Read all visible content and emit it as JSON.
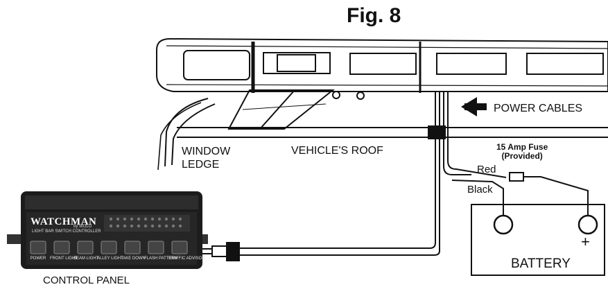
{
  "figure_title": "Fig. 8",
  "labels": {
    "power_cables": "POWER CABLES",
    "window_ledge_line1": "WINDOW",
    "window_ledge_line2": "LEDGE",
    "vehicles_roof": "VEHICLE'S ROOF",
    "fuse_line1": "15 Amp Fuse",
    "fuse_line2": "(Provided)",
    "red_wire": "Red",
    "black_wire": "Black",
    "battery": "BATTERY",
    "battery_plus": "+",
    "control_panel": "CONTROL PANEL"
  },
  "panel": {
    "brand": "WATCHMAN",
    "byline": "by WOLO",
    "subtitle": "LIGHT BAR SWITCH CONTROLLER",
    "buttons": [
      "POWER",
      "FRONT LIGHT",
      "BEAM LIGHT",
      "ALLEY LIGHT",
      "TAKE DOWN",
      "FLASH PATTERN",
      "TRAFFIC ADVISOR"
    ]
  },
  "colors": {
    "ink": "#111111",
    "panel": "#1c1c1c"
  }
}
